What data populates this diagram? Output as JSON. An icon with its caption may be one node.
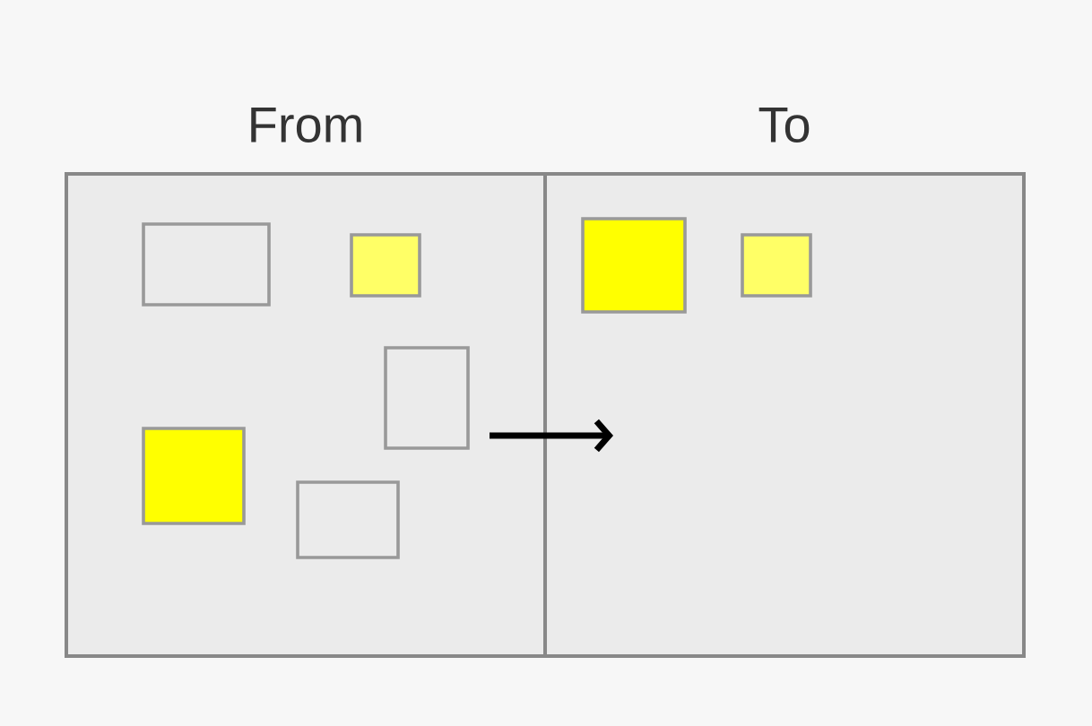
{
  "diagram": {
    "nodes": [
      {
        "text": [
          "From"
        ]
      },
      {
        "text": [],
        "shape": "box",
        "in": 0
      },
      {
        "text": [],
        "shape": "box",
        "in": 0
      },
      {
        "text": [],
        "shape": "box",
        "in": 0
      },
      {
        "text": [],
        "shape": "box",
        "in": 0
      },
      {
        "text": [],
        "shape": "box",
        "in": 0
      },
      {
        "text": [
          "To"
        ]
      },
      {
        "text": [],
        "shape": "box",
        "in": 6
      },
      {
        "text": [],
        "shape": "box",
        "in": 6
      }
    ]
  }
}
